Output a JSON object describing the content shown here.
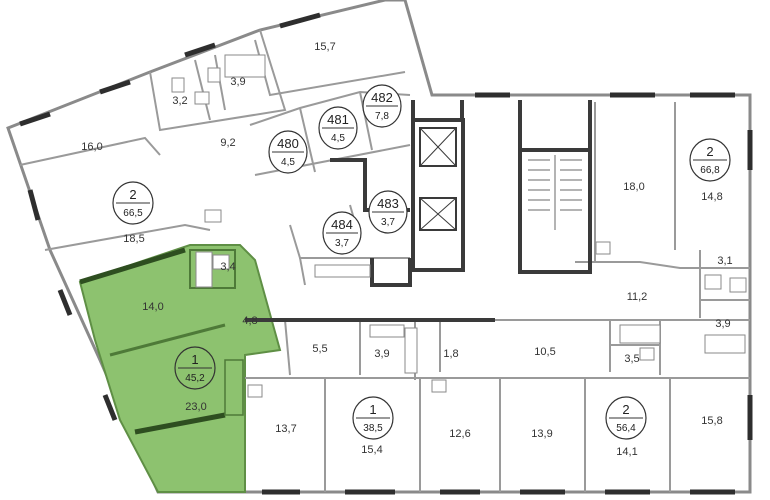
{
  "colors": {
    "highlight_fill": "#8dc26f",
    "highlight_dark": "#6fa851",
    "wall": "#9a9a9a",
    "structure": "#3a3a3a"
  },
  "units": [
    {
      "rooms": "2",
      "area": "66,5"
    },
    {
      "rooms": "1",
      "area": "45,2"
    },
    {
      "rooms": "1",
      "area": "38,5"
    },
    {
      "rooms": "2",
      "area": "56,4"
    },
    {
      "rooms": "2",
      "area": "66,8"
    }
  ],
  "storage": [
    {
      "number": "480",
      "area": "4,5"
    },
    {
      "number": "481",
      "area": "4,5"
    },
    {
      "number": "482",
      "area": "7,8"
    },
    {
      "number": "483",
      "area": "3,7"
    },
    {
      "number": "484",
      "area": "3,7"
    }
  ],
  "rooms": [
    "15,7",
    "3,9",
    "3,2",
    "16,0",
    "9,2",
    "18,5",
    "3,4",
    "14,0",
    "4,8",
    "23,0",
    "5,5",
    "3,9",
    "1,8",
    "10,5",
    "3,5",
    "13,7",
    "15,4",
    "12,6",
    "13,9",
    "14,1",
    "15,8",
    "18,0",
    "14,8",
    "3,1",
    "11,2",
    "3,9"
  ]
}
